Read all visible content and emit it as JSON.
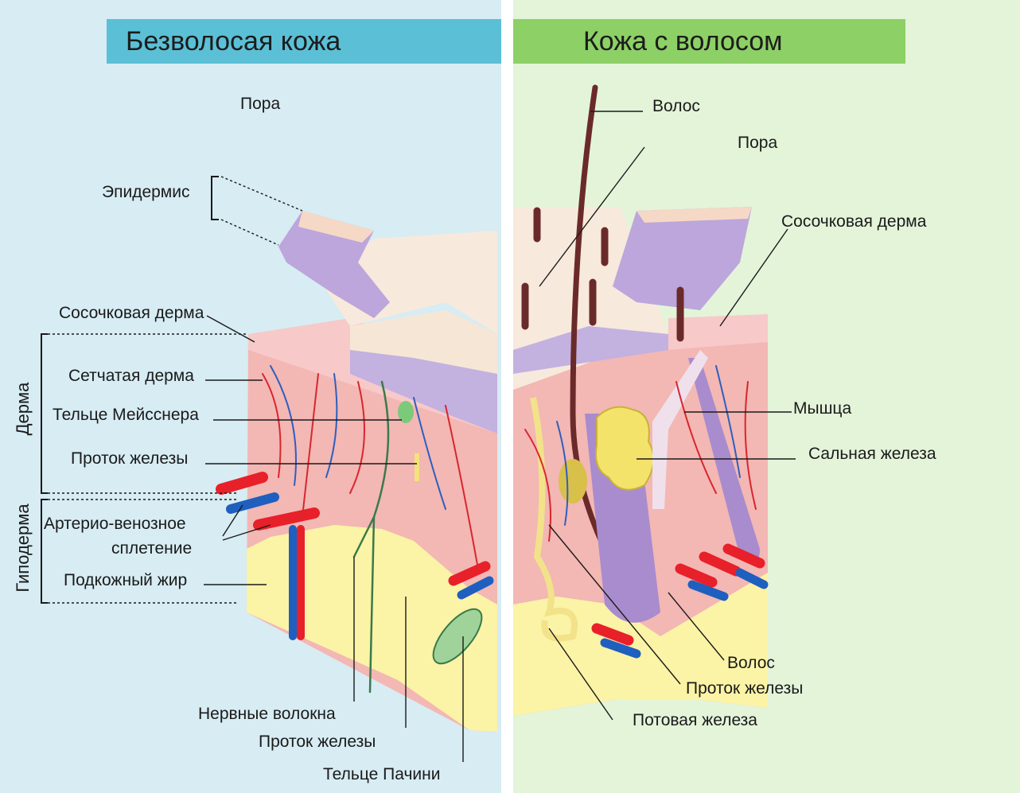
{
  "titles": {
    "left": "Безволосая кожа",
    "right": "Кожа с волосом"
  },
  "left_labels": {
    "pore": "Пора",
    "epidermis": "Эпидермис",
    "papillary_dermis": "Сосочковая дерма",
    "reticular_dermis": "Сетчатая дерма",
    "meissner": "Тельце Мейсснера",
    "gland_duct": "Проток железы",
    "av_plexus_1": "Артерио-венозное",
    "av_plexus_2": "сплетение",
    "subcutaneous_fat": "Подкожный жир",
    "nerve_fibers": "Нервные волокна",
    "gland_duct_bottom": "Проток железы",
    "pacini": "Тельце Пачини"
  },
  "side_labels": {
    "dermis": "Дерма",
    "hypodermis": "Гиподерма"
  },
  "right_labels": {
    "hair": "Волос",
    "pore": "Пора",
    "papillary_dermis": "Сосочковая дерма",
    "muscle": "Мышца",
    "sebaceous_gland": "Сальная железа",
    "hair_bottom": "Волос",
    "gland_duct": "Проток железы",
    "sweat_gland": "Потовая железа"
  },
  "colors": {
    "left_bg": "#d7ecf3",
    "right_bg": "#e3f4d9",
    "left_banner": "#5bc0d6",
    "right_banner": "#8dd066",
    "epidermis_top": "#f6e6d6",
    "epidermis_purple": "#b9a4d8",
    "dermis_pink": "#f4b6b6",
    "fat_yellow": "#fbf3a6",
    "artery": "#e8202a",
    "vein": "#1f5fbf",
    "nerve": "#3a7a4a"
  }
}
